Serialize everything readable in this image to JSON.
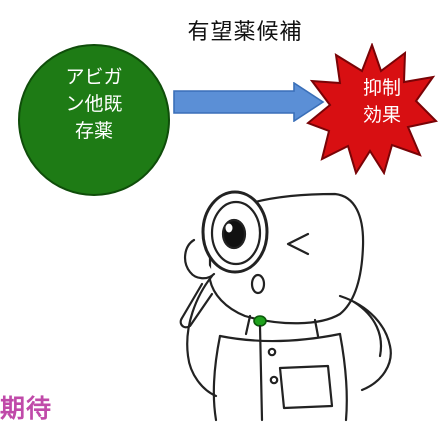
{
  "header": {
    "title": "有望薬候補"
  },
  "source_node": {
    "line1": "アビガ",
    "line2": "ン他既",
    "line3": "存薬",
    "fill": "#1e7b15"
  },
  "result_node": {
    "line1": "抑制",
    "line2": "効果",
    "fill": "#d80f12"
  },
  "arrow": {
    "fill": "#5b8fd6"
  },
  "footer": {
    "word": "期待",
    "color": "#c04aa9"
  },
  "illustration": {
    "icon": "detective-magnifier-character"
  }
}
